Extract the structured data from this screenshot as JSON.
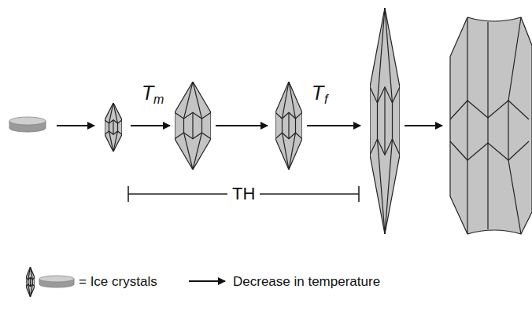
{
  "diagram": {
    "labels": [
      "T",
      "m",
      "T",
      "f",
      "TH"
    ],
    "legend": [
      {
        "text": "= Ice crystals"
      },
      {
        "text": "Decrease in temperature"
      }
    ]
  }
}
